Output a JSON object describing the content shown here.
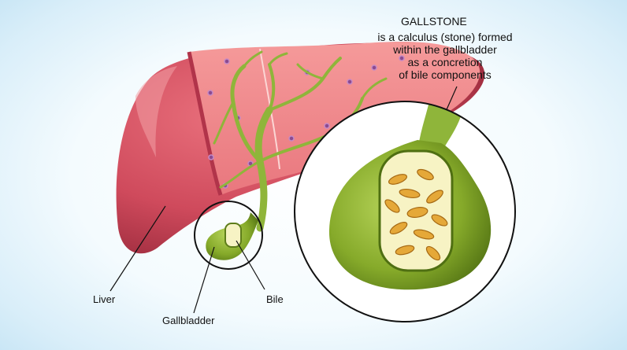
{
  "title": "GALLSTONE",
  "description": [
    "is a calculus (stone) formed",
    "within the gallbladder",
    "as a concretion",
    "of bile components"
  ],
  "labels": {
    "liver": "Liver",
    "gallbladder": "Gallbladder",
    "bile": "Bile"
  },
  "colors": {
    "liver": "#cf4a5c",
    "liver_section": "#f08a8d",
    "bile_ducts": "#8fb53a",
    "gallbladder": "#8bb02d",
    "stones": "#e5a838",
    "background_edge": "#c7e5f5"
  }
}
